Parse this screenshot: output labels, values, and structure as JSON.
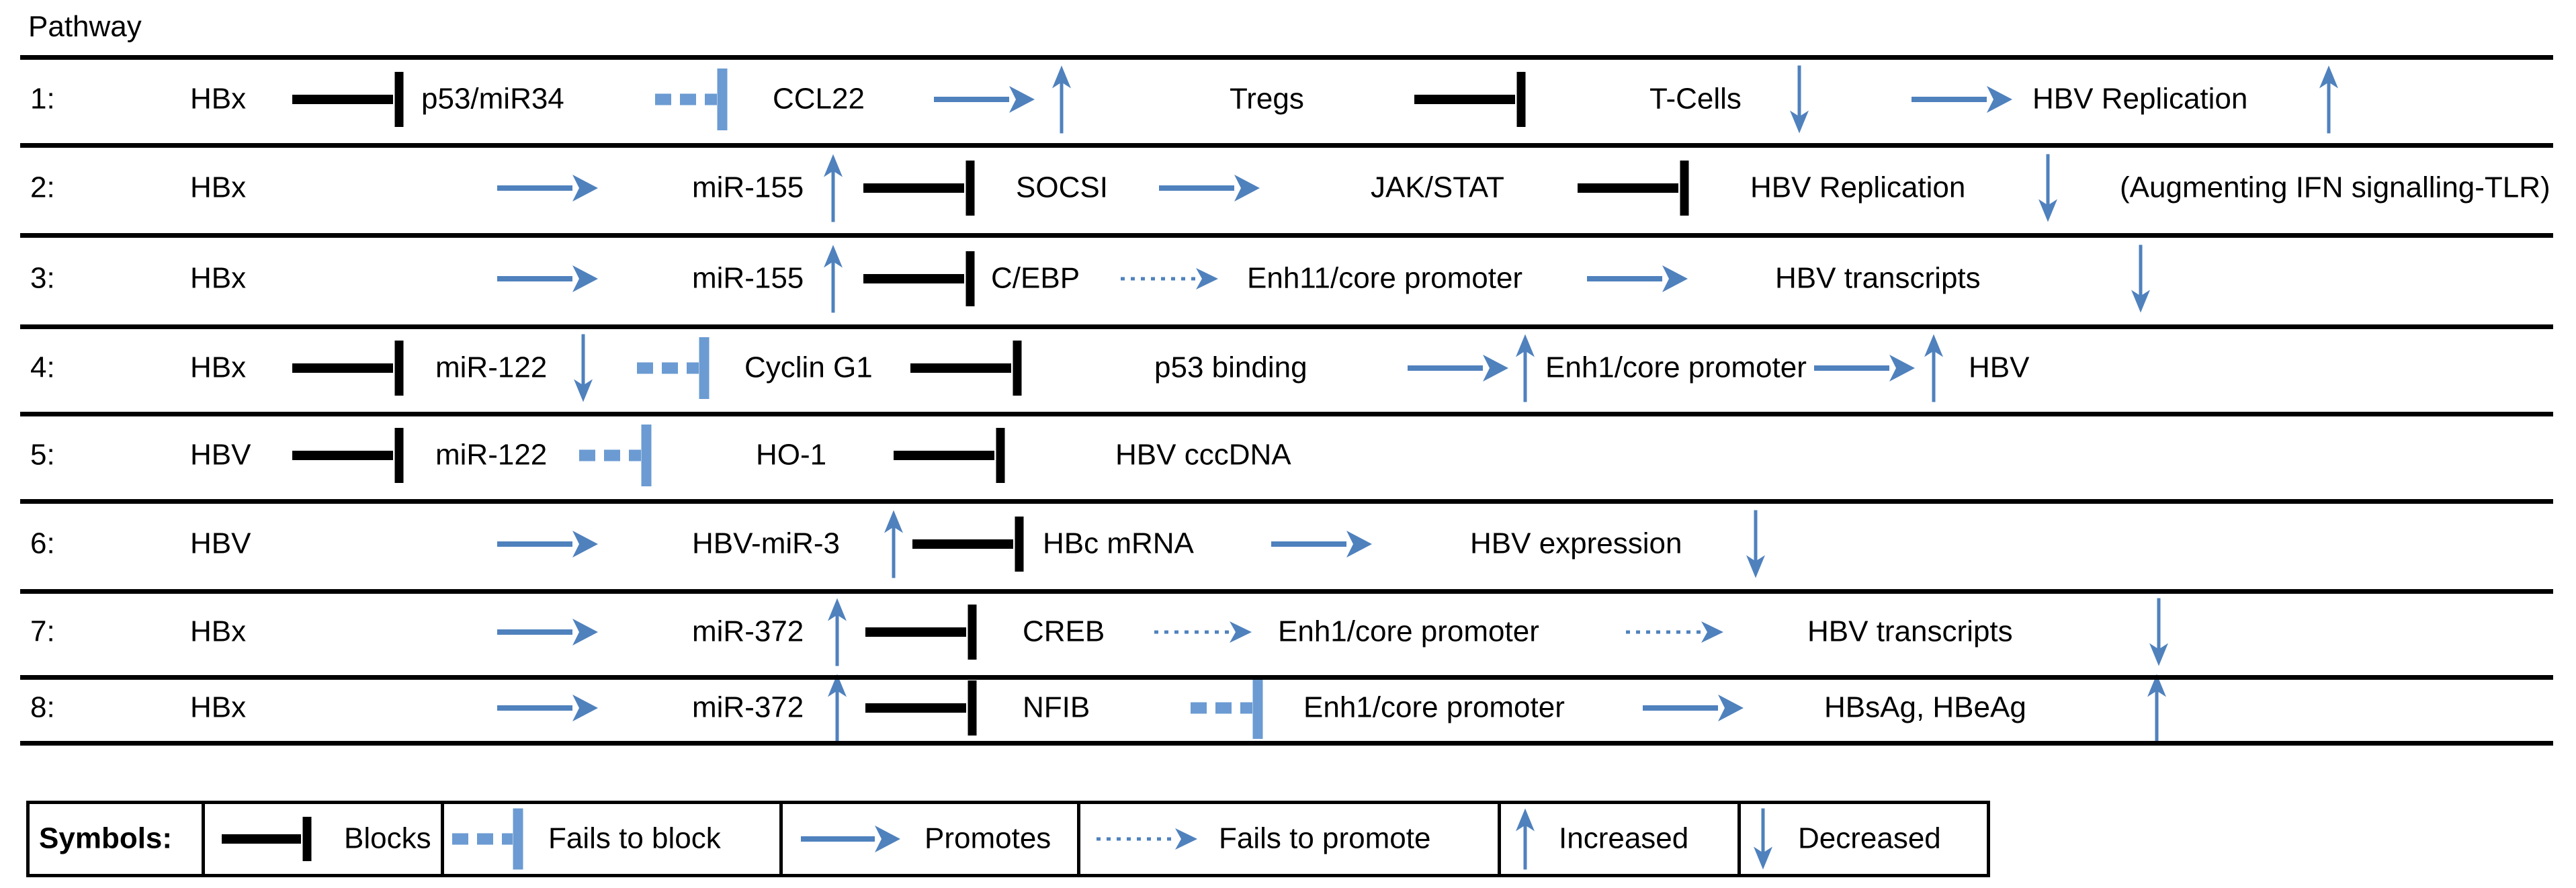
{
  "title": "Pathway",
  "colors": {
    "black": "#000000",
    "blue_solid": "#4f81bd",
    "blue_light": "#6b9bd2"
  },
  "symbol_meanings": {
    "blocks": "Blocks",
    "fails-to-block": "Fails to block",
    "promotes": "Promotes",
    "fails-to-promote": "Fails to promote",
    "increased": "Increased",
    "decreased": "Decreased"
  },
  "pathways": [
    {
      "id": "1:",
      "seq": [
        {
          "type": "node",
          "label": "HBx"
        },
        {
          "type": "blocks"
        },
        {
          "type": "node",
          "label": "p53/miR34"
        },
        {
          "type": "fails-to-block"
        },
        {
          "type": "node",
          "label": "CCL22"
        },
        {
          "type": "promotes"
        },
        {
          "type": "increased"
        },
        {
          "type": "node",
          "label": "Tregs"
        },
        {
          "type": "blocks"
        },
        {
          "type": "node",
          "label": "T-Cells"
        },
        {
          "type": "decreased"
        },
        {
          "type": "promotes"
        },
        {
          "type": "node",
          "label": "HBV Replication"
        },
        {
          "type": "increased"
        }
      ]
    },
    {
      "id": "2:",
      "seq": [
        {
          "type": "node",
          "label": "HBx"
        },
        {
          "type": "promotes"
        },
        {
          "type": "node",
          "label": "miR-155"
        },
        {
          "type": "increased"
        },
        {
          "type": "blocks"
        },
        {
          "type": "node",
          "label": "SOCSI"
        },
        {
          "type": "promotes"
        },
        {
          "type": "node",
          "label": "JAK/STAT"
        },
        {
          "type": "blocks"
        },
        {
          "type": "node",
          "label": "HBV Replication"
        },
        {
          "type": "decreased"
        },
        {
          "type": "node",
          "label": "(Augmenting IFN signalling-TLR)"
        }
      ]
    },
    {
      "id": "3:",
      "seq": [
        {
          "type": "node",
          "label": "HBx"
        },
        {
          "type": "promotes"
        },
        {
          "type": "node",
          "label": "miR-155"
        },
        {
          "type": "increased"
        },
        {
          "type": "blocks"
        },
        {
          "type": "node",
          "label": "C/EBP"
        },
        {
          "type": "fails-to-promote"
        },
        {
          "type": "node",
          "label": "Enh11/core promoter"
        },
        {
          "type": "promotes"
        },
        {
          "type": "node",
          "label": "HBV transcripts"
        },
        {
          "type": "decreased"
        }
      ]
    },
    {
      "id": "4:",
      "seq": [
        {
          "type": "node",
          "label": "HBx"
        },
        {
          "type": "blocks"
        },
        {
          "type": "node",
          "label": "miR-122"
        },
        {
          "type": "decreased"
        },
        {
          "type": "fails-to-block"
        },
        {
          "type": "node",
          "label": "Cyclin G1"
        },
        {
          "type": "blocks"
        },
        {
          "type": "node",
          "label": "p53 binding"
        },
        {
          "type": "promotes"
        },
        {
          "type": "increased"
        },
        {
          "type": "node",
          "label": "Enh1/core promoter"
        },
        {
          "type": "promotes"
        },
        {
          "type": "increased"
        },
        {
          "type": "node",
          "label": "HBV"
        }
      ]
    },
    {
      "id": "5:",
      "seq": [
        {
          "type": "node",
          "label": "HBV"
        },
        {
          "type": "blocks"
        },
        {
          "type": "node",
          "label": "miR-122"
        },
        {
          "type": "fails-to-block"
        },
        {
          "type": "node",
          "label": "HO-1"
        },
        {
          "type": "blocks"
        },
        {
          "type": "node",
          "label": "HBV cccDNA"
        }
      ]
    },
    {
      "id": "6:",
      "seq": [
        {
          "type": "node",
          "label": "HBV"
        },
        {
          "type": "promotes"
        },
        {
          "type": "node",
          "label": "HBV-miR-3"
        },
        {
          "type": "increased"
        },
        {
          "type": "blocks"
        },
        {
          "type": "node",
          "label": "HBc mRNA"
        },
        {
          "type": "promotes"
        },
        {
          "type": "node",
          "label": "HBV expression"
        },
        {
          "type": "decreased"
        }
      ]
    },
    {
      "id": "7:",
      "seq": [
        {
          "type": "node",
          "label": "HBx"
        },
        {
          "type": "promotes"
        },
        {
          "type": "node",
          "label": "miR-372"
        },
        {
          "type": "increased"
        },
        {
          "type": "blocks"
        },
        {
          "type": "node",
          "label": "CREB"
        },
        {
          "type": "fails-to-promote"
        },
        {
          "type": "node",
          "label": "Enh1/core promoter"
        },
        {
          "type": "fails-to-promote"
        },
        {
          "type": "node",
          "label": "HBV transcripts"
        },
        {
          "type": "decreased"
        }
      ]
    },
    {
      "id": "8:",
      "seq": [
        {
          "type": "node",
          "label": "HBx"
        },
        {
          "type": "promotes"
        },
        {
          "type": "node",
          "label": "miR-372"
        },
        {
          "type": "increased"
        },
        {
          "type": "blocks"
        },
        {
          "type": "node",
          "label": "NFIB"
        },
        {
          "type": "fails-to-block"
        },
        {
          "type": "node",
          "label": "Enh1/core promoter"
        },
        {
          "type": "promotes"
        },
        {
          "type": "node",
          "label": "HBsAg, HBeAg"
        },
        {
          "type": "increased"
        }
      ]
    },
    {
      "id": "",
      "seq": []
    }
  ],
  "legend": {
    "label": "Symbols:",
    "items": [
      {
        "symbol": "blocks",
        "label": "Blocks"
      },
      {
        "symbol": "fails-to-block",
        "label": "Fails to block"
      },
      {
        "symbol": "promotes",
        "label": "Promotes"
      },
      {
        "symbol": "fails-to-promote",
        "label": "Fails to promote"
      },
      {
        "symbol": "increased",
        "label": "Increased"
      },
      {
        "symbol": "decreased",
        "label": "Decreased"
      }
    ]
  }
}
